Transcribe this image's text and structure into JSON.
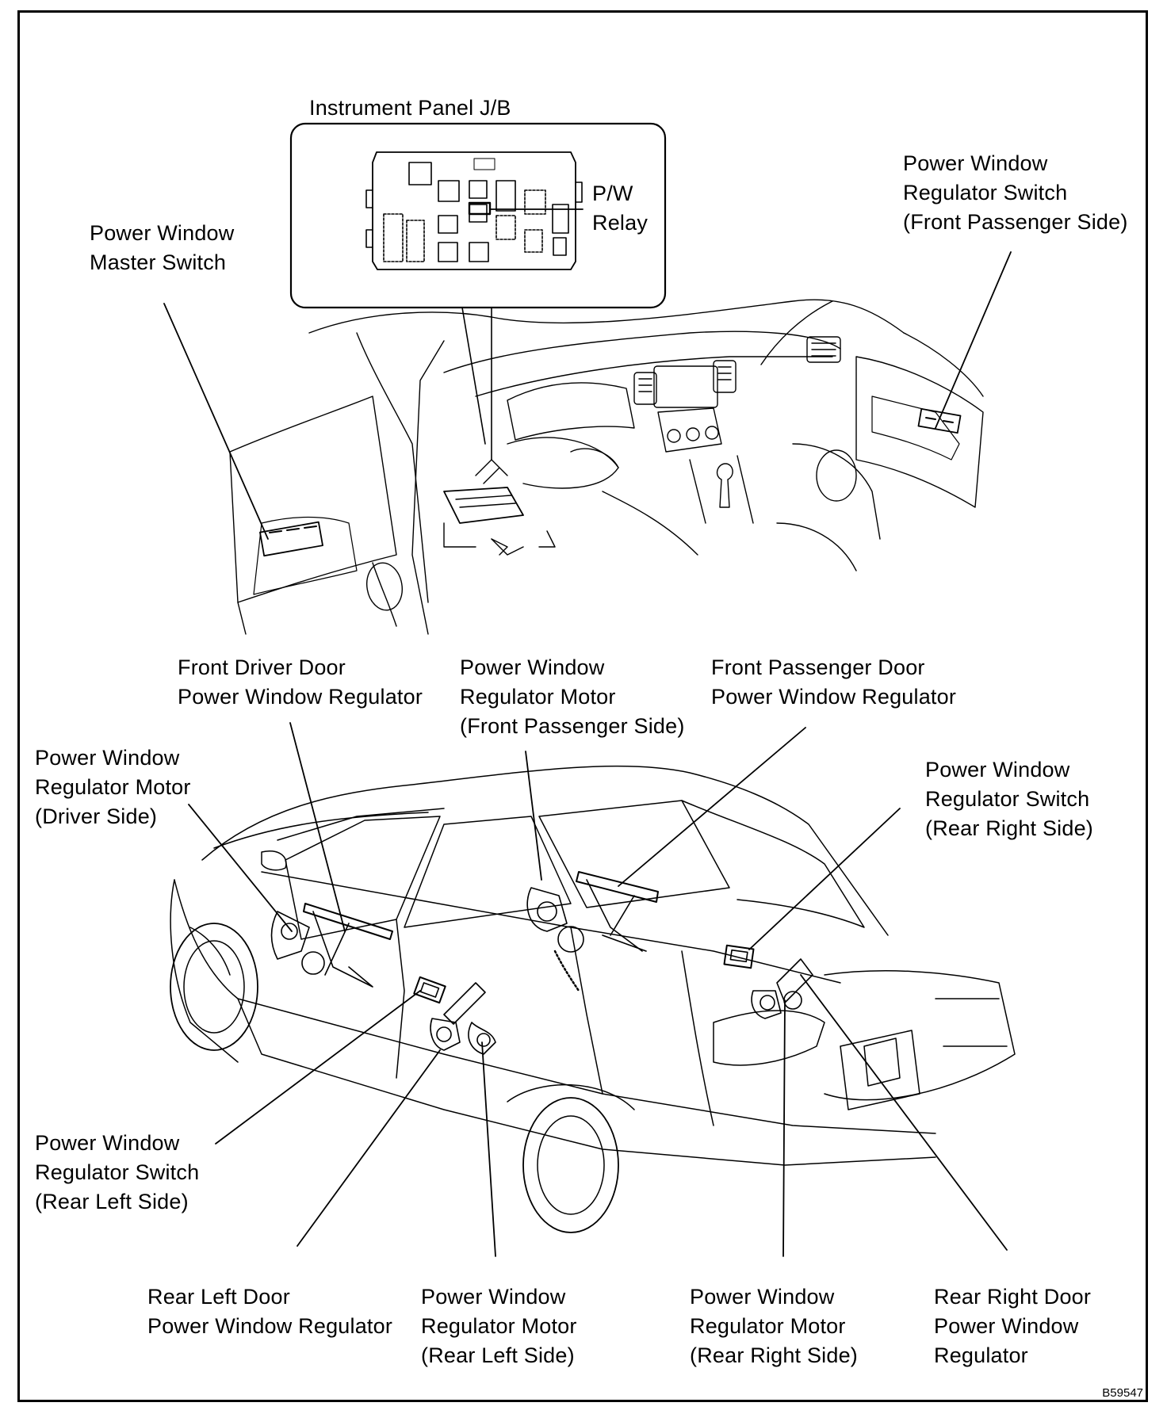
{
  "figure_code": "B59547",
  "labels": {
    "jb_title": [
      "Instrument Panel J/B"
    ],
    "pw_relay": [
      "P/W",
      "Relay"
    ],
    "master_switch": [
      "Power Window",
      "Master Switch"
    ],
    "switch_front_passenger": [
      "Power Window",
      "Regulator Switch",
      "(Front Passenger Side)"
    ],
    "front_driver_regulator": [
      "Front Driver Door",
      "Power Window Regulator"
    ],
    "motor_front_passenger": [
      "Power Window",
      "Regulator Motor",
      "(Front Passenger Side)"
    ],
    "front_passenger_regulator": [
      "Front Passenger Door",
      "Power Window Regulator"
    ],
    "motor_driver": [
      "Power Window",
      "Regulator Motor",
      "(Driver Side)"
    ],
    "switch_rear_right": [
      "Power Window",
      "Regulator Switch",
      "(Rear Right Side)"
    ],
    "switch_rear_left": [
      "Power Window",
      "Regulator Switch",
      "(Rear Left Side)"
    ],
    "rear_left_regulator": [
      "Rear Left Door",
      "Power Window Regulator"
    ],
    "motor_rear_left": [
      "Power Window",
      "Regulator Motor",
      "(Rear Left Side)"
    ],
    "motor_rear_right": [
      "Power Window",
      "Regulator Motor",
      "(Rear Right Side)"
    ],
    "rear_right_regulator": [
      "Rear Right Door",
      "Power Window",
      "Regulator"
    ]
  }
}
